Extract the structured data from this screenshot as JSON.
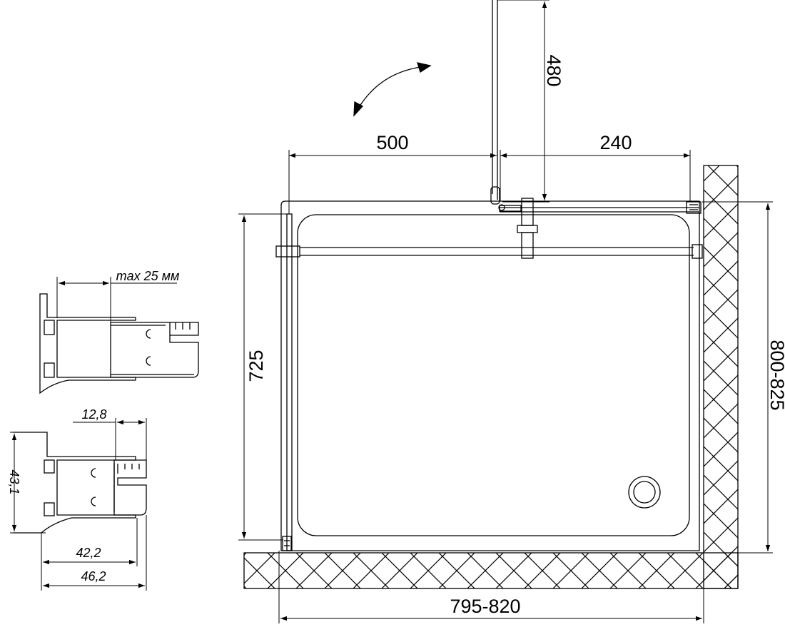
{
  "colors": {
    "line": "#000000",
    "background": "#ffffff",
    "hatch": "#000000"
  },
  "plan": {
    "dims": {
      "top_left": "500",
      "top_right": "240",
      "door_swing": "480",
      "left_depth": "725",
      "right_depth": "800-825",
      "bottom_width": "795-820"
    }
  },
  "profile_top": {
    "max_label": "max 25 мм"
  },
  "profile_bottom": {
    "dim_12_8": "12,8",
    "dim_43_1": "43,1",
    "dim_42_2": "42,2",
    "dim_46_2": "46,2"
  },
  "icons": {
    "swing_arrow": "curved-arrow-icon",
    "drain": "drain-icon",
    "wall": "hatched-wall"
  }
}
